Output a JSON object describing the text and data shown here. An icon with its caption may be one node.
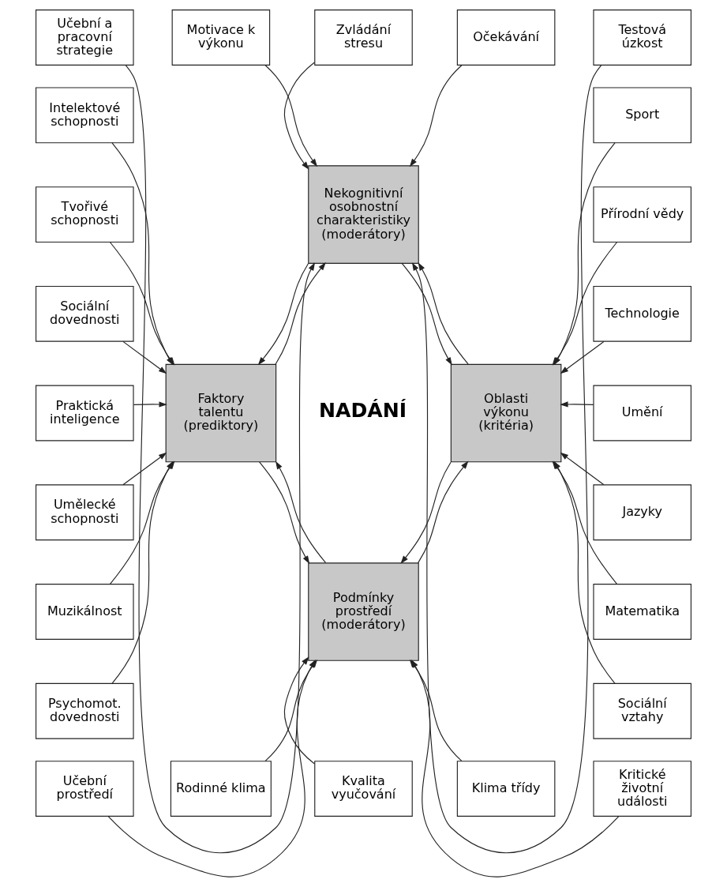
{
  "diagram": {
    "nodes": [
      {
        "text": [
          "Učební a pracovní strategie"
        ]
      },
      {
        "text": [
          "Motivace k výkonu"
        ]
      },
      {
        "text": [
          "Zvládání stresu"
        ]
      },
      {
        "text": [
          "Očekávání"
        ]
      },
      {
        "text": [
          "Testová úzkost"
        ]
      },
      {
        "text": [
          "Intelektové schopnosti"
        ]
      },
      {
        "text": [
          "Sport"
        ]
      },
      {
        "text": [
          "Tvořivé schopnosti"
        ]
      },
      {
        "text": [
          "Nekognitivní osobnostní charakteristiky (moderátory)"
        ]
      },
      {
        "text": [
          "Přírodní vědy"
        ]
      },
      {
        "text": [
          "Sociální dovednosti"
        ]
      },
      {
        "text": [
          "Technologie"
        ]
      },
      {
        "text": [
          "Praktická inteligence"
        ]
      },
      {
        "text": [
          "Faktory talentu (prediktory)"
        ]
      },
      {
        "text": [
          "Oblasti výkonu (kritéria)"
        ]
      },
      {
        "text": [
          "Umění"
        ]
      },
      {
        "text": [
          "Umělecké schopnosti"
        ]
      },
      {
        "text": [
          "Jazyky"
        ]
      },
      {
        "text": [
          "Podmínky prostředí (moderátory)"
        ]
      },
      {
        "text": [
          "Muzikálnost"
        ]
      },
      {
        "text": [
          "Matematika"
        ]
      },
      {
        "text": [
          "Psychomot. dovednosti"
        ]
      },
      {
        "text": [
          "Sociální vztahy"
        ]
      },
      {
        "text": [
          "Učební prostředí"
        ]
      },
      {
        "text": [
          "Rodinné klima"
        ]
      },
      {
        "text": [
          "Kvalita vyučování"
        ]
      },
      {
        "text": [
          "Klima třídy"
        ]
      },
      {
        "text": [
          "Kritické životní události"
        ]
      }
    ],
    "edges": [
      {
        "from": 0,
        "to": 8,
        "arrow": "to"
      },
      {
        "from": 1,
        "to": 8,
        "arrow": "to"
      },
      {
        "from": 2,
        "to": 8,
        "arrow": "to"
      },
      {
        "from": 3,
        "to": 8,
        "arrow": "to"
      },
      {
        "from": 4,
        "to": 8,
        "arrow": "to"
      },
      {
        "from": 5,
        "to": 13,
        "arrow": "to"
      },
      {
        "from": 6,
        "to": 14,
        "arrow": "to"
      },
      {
        "from": 7,
        "to": 13,
        "arrow": "to"
      },
      {
        "from": 9,
        "to": 14,
        "arrow": "to"
      },
      {
        "from": 10,
        "to": 13,
        "arrow": "to"
      },
      {
        "from": 11,
        "to": 14,
        "arrow": "to"
      },
      {
        "from": 8,
        "to": 13,
        "arrow": "to"
      },
      {
        "from": 13,
        "to": 8,
        "arrow": "to"
      },
      {
        "from": 8,
        "to": 14,
        "arrow": "to"
      },
      {
        "from": 14,
        "to": 8,
        "arrow": "to"
      },
      {
        "from": 12,
        "to": 13,
        "arrow": "to"
      },
      {
        "from": 15,
        "to": 14,
        "arrow": "to"
      },
      {
        "from": 13,
        "to": 18,
        "arrow": "to"
      },
      {
        "from": 18,
        "to": 13,
        "arrow": "to"
      },
      {
        "from": 14,
        "to": 18,
        "arrow": "to"
      },
      {
        "from": 18,
        "to": 14,
        "arrow": "to"
      },
      {
        "from": 16,
        "to": 13,
        "arrow": "to"
      },
      {
        "from": 17,
        "to": 14,
        "arrow": "to"
      },
      {
        "from": 19,
        "to": 13,
        "arrow": "to"
      },
      {
        "from": 20,
        "to": 14,
        "arrow": "to"
      },
      {
        "from": 21,
        "to": 13,
        "arrow": "to"
      },
      {
        "from": 22,
        "to": 14,
        "arrow": "to"
      },
      {
        "from": 23,
        "to": 18,
        "arrow": "to"
      },
      {
        "from": 24,
        "to": 18,
        "arrow": "to"
      },
      {
        "from": 25,
        "to": 18,
        "arrow": "to"
      },
      {
        "from": 26,
        "to": 18,
        "arrow": "to"
      },
      {
        "from": 27,
        "to": 18,
        "arrow": "to"
      }
    ],
    "labels": [
      "NADÁNÍ"
    ]
  }
}
